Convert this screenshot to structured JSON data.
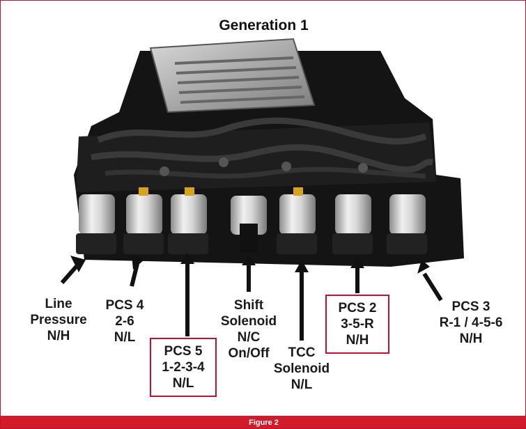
{
  "title": "Generation 1",
  "figure_caption": "Figure 2",
  "labels": {
    "line_pressure": [
      "Line",
      "Pressure",
      "N/H"
    ],
    "pcs4": [
      "PCS 4",
      "2-6",
      "N/L"
    ],
    "pcs5": [
      "PCS 5",
      "1-2-3-4",
      "N/L"
    ],
    "shift_solenoid": [
      "Shift",
      "Solenoid",
      "N/C",
      "On/Off"
    ],
    "tcc_solenoid": [
      "TCC",
      "Solenoid",
      "N/L"
    ],
    "pcs2": [
      "PCS 2",
      "3-5-R",
      "N/H"
    ],
    "pcs3": [
      "PCS 3",
      "R-1 / 4-5-6",
      "N/H"
    ]
  },
  "colors": {
    "accent": "#c8102e",
    "footer": "#d11a2a",
    "body": "#121212",
    "solenoid": "#c9c9c9"
  }
}
